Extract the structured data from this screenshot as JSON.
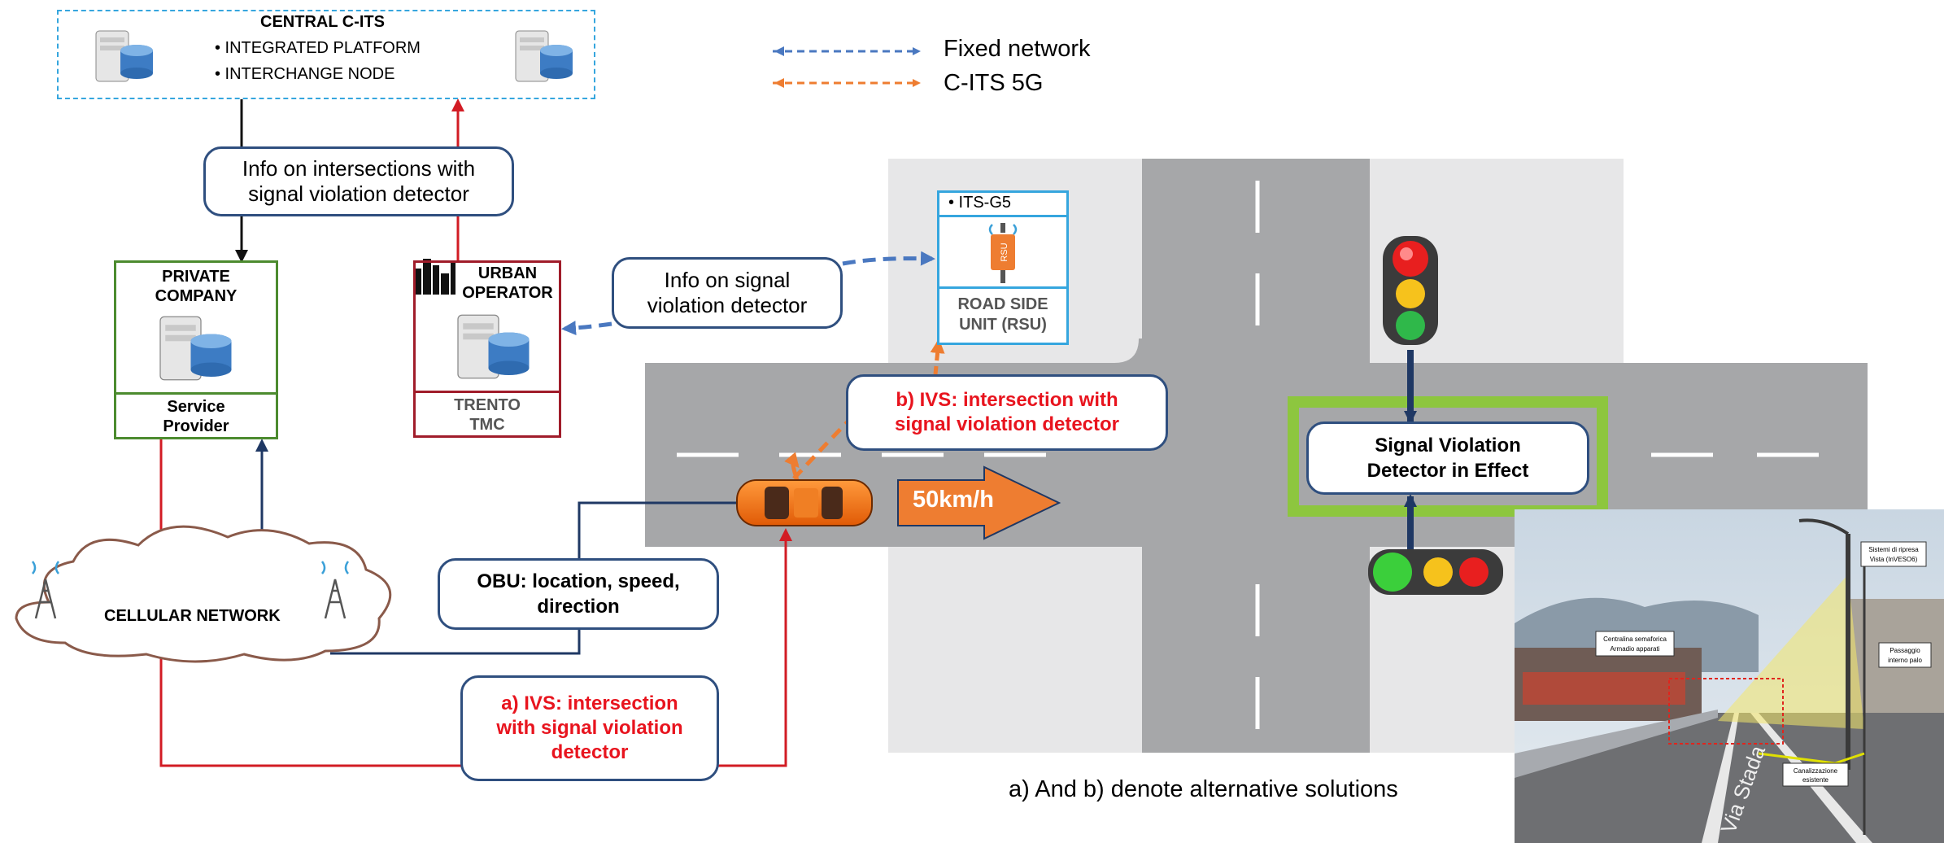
{
  "central": {
    "title": "CENTRAL C-ITS",
    "items": [
      "• INTEGRATED PLATFORM",
      "• INTERCHANGE NODE"
    ]
  },
  "legend": {
    "fixed": "Fixed network",
    "cits": "C-ITS 5G",
    "fixed_color": "#4a78c0",
    "cits_color": "#ee7d31"
  },
  "info_intersections": "Info on intersections with signal violation detector",
  "info_intersections_lines": [
    "Info on intersections with",
    "signal violation detector"
  ],
  "private_company": {
    "title_lines": [
      "PRIVATE",
      "COMPANY"
    ],
    "footer_lines": [
      "Service",
      "Provider"
    ]
  },
  "urban_operator": {
    "title_lines": [
      "URBAN",
      "OPERATOR"
    ],
    "footer_lines": [
      "TRENTO",
      "TMC"
    ]
  },
  "info_signal_lines": [
    "Info  on signal",
    "violation detector"
  ],
  "rsu": {
    "top": "• ITS-G5",
    "label_lines": [
      "ROAD SIDE",
      "UNIT (RSU)"
    ],
    "badge": "RSU"
  },
  "ivs_b_lines": [
    "b) IVS: intersection with",
    "signal violation detector"
  ],
  "ivs_a_lines": [
    "a) IVS: intersection",
    "with signal violation",
    "detector"
  ],
  "speed": "50km/h",
  "detector_lines": [
    "Signal Violation",
    "Detector in Effect"
  ],
  "obu_lines": [
    "OBU: location, speed,",
    "direction"
  ],
  "cellular": "CELLULAR NETWORK",
  "note": "a) And b) denote alternative solutions",
  "photo": {
    "label_1_lines": [
      "Centralina semaforica",
      "Armadio apparati"
    ],
    "label_2_lines": [
      "Sistemi di ripresa",
      "Vista (InVESO6)"
    ],
    "label_3_lines": [
      "Passaggio",
      "interno palo"
    ],
    "label_4_lines": [
      "Canalizzazione",
      "esistente"
    ],
    "street": "Via Stada"
  },
  "colors": {
    "red_line": "#d21c24",
    "navy_line": "#1f3864",
    "green_frame": "#8dc63f",
    "orange": "#ee7d31",
    "road": "#a6a7a9"
  }
}
